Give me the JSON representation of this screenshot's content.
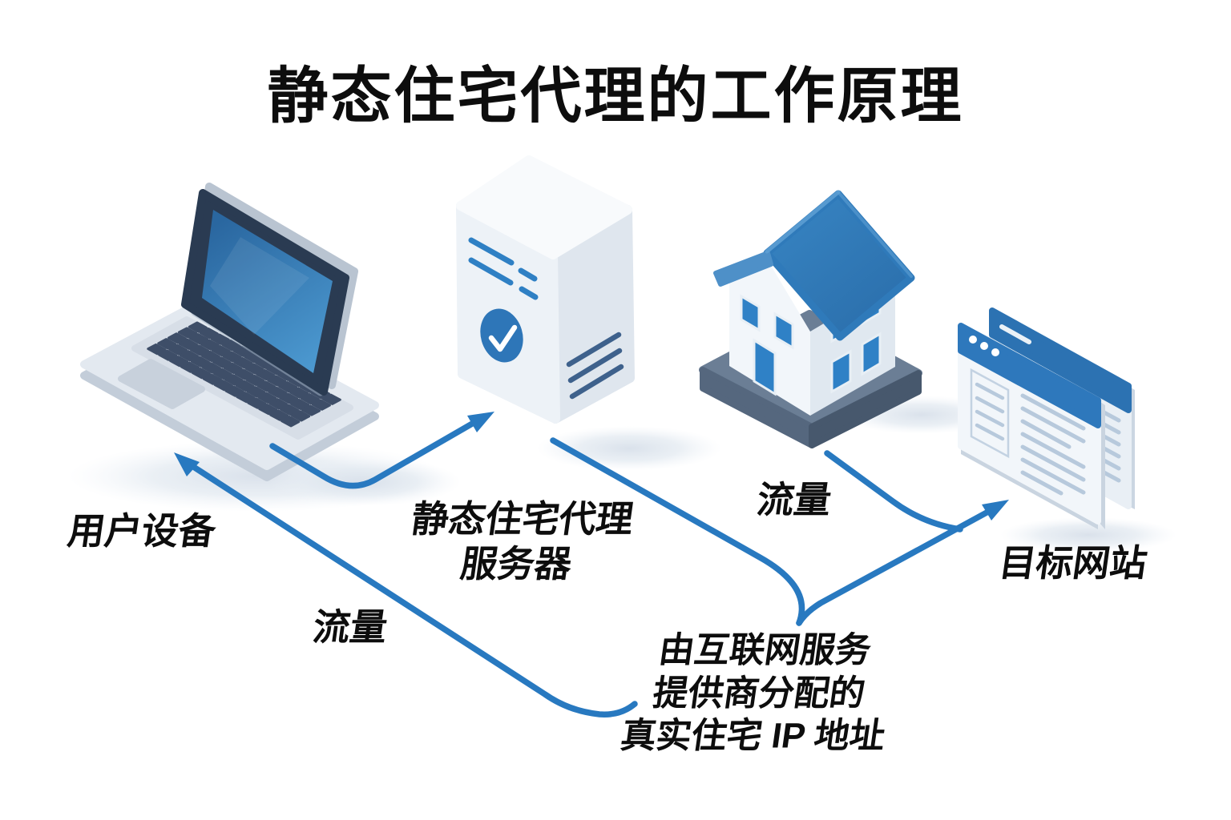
{
  "title": "静态住宅代理的工作原理",
  "nodes": {
    "user_device": {
      "label": "用户设备",
      "icon": "laptop-icon"
    },
    "proxy_server": {
      "label_line1": "静态住宅代理",
      "label_line2": "服务器",
      "icon": "server-icon"
    },
    "residential_house": {
      "icon": "house-icon"
    },
    "target_site": {
      "label": "目标网站",
      "icon": "browser-windows-icon"
    }
  },
  "edges": {
    "traffic_label_left": "流量",
    "traffic_label_right": "流量"
  },
  "annotation": {
    "line1": "由互联网服务",
    "line2": "提供商分配的",
    "line3": "真实住宅 IP 地址"
  },
  "colors": {
    "accent_blue": "#2879C0",
    "brand_blue_dark": "#2E76B8",
    "dark_navy": "#2A3B52",
    "text": "#0D0D0D",
    "background": "#FFFFFF",
    "shadow": "#E3EAF1"
  }
}
